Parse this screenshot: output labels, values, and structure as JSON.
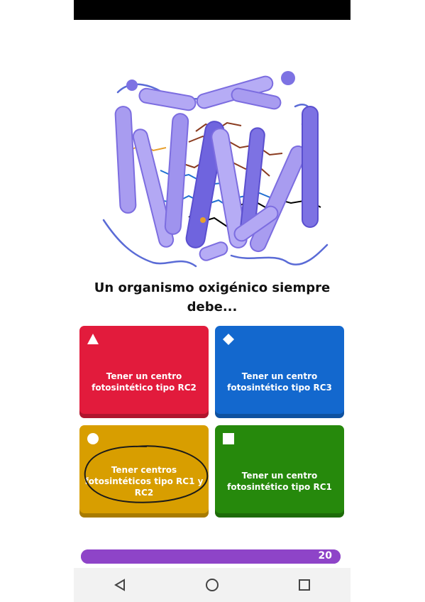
{
  "question": {
    "text": "Un organismo oxigénico siempre debe..."
  },
  "answers": [
    {
      "shape": "triangle-icon",
      "color": "#e21b3c",
      "label": "Tener un centro fotosintético tipo RC2"
    },
    {
      "shape": "diamond-icon",
      "color": "#1368ce",
      "label": "Tener un centro fotosintético tipo RC3"
    },
    {
      "shape": "circle-icon",
      "color": "#d89e00",
      "label": "Tener centros fotosintéticos tipo RC1 y RC2"
    },
    {
      "shape": "square-icon",
      "color": "#26890c",
      "label": "Tener un centro fotosintético tipo RC1"
    }
  ],
  "timer": {
    "seconds_left": "20",
    "color": "#8e44c8"
  },
  "navigation": {
    "back": "back-icon",
    "home": "home-icon",
    "recents": "recents-icon"
  }
}
